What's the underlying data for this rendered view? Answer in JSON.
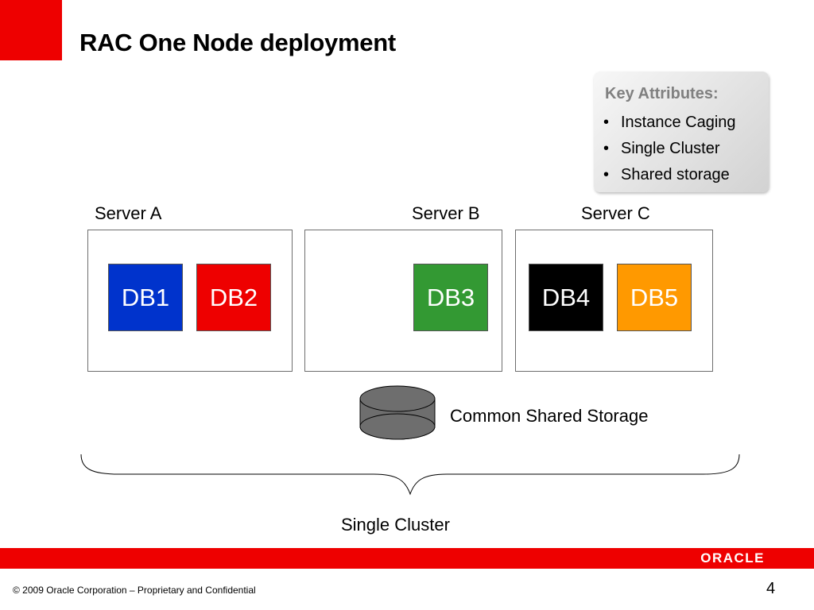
{
  "slide": {
    "title": "RAC One Node deployment",
    "key_attributes": {
      "heading": "Key Attributes:",
      "items": [
        "Instance Caging",
        "Single Cluster",
        "Shared storage"
      ]
    },
    "servers": [
      {
        "label": "Server A"
      },
      {
        "label": "Server B"
      },
      {
        "label": "Server C"
      }
    ],
    "databases": [
      {
        "label": "DB1",
        "server": "Server A",
        "color": "#0033cc"
      },
      {
        "label": "DB2",
        "server": "Server A",
        "color": "#ee0000"
      },
      {
        "label": "DB3",
        "server": "Server B",
        "color": "#339933"
      },
      {
        "label": "DB4",
        "server": "Server C",
        "color": "#000000"
      },
      {
        "label": "DB5",
        "server": "Server C",
        "color": "#ff9900"
      }
    ],
    "storage_label": "Common Shared Storage",
    "cluster_label": "Single Cluster"
  },
  "footer": {
    "logo_text": "ORACLE",
    "copyright": "© 2009 Oracle Corporation – Proprietary and Confidential",
    "page_number": "4"
  },
  "colors": {
    "brand_red": "#ee0000",
    "storage_fill": "#6e6e6e"
  }
}
